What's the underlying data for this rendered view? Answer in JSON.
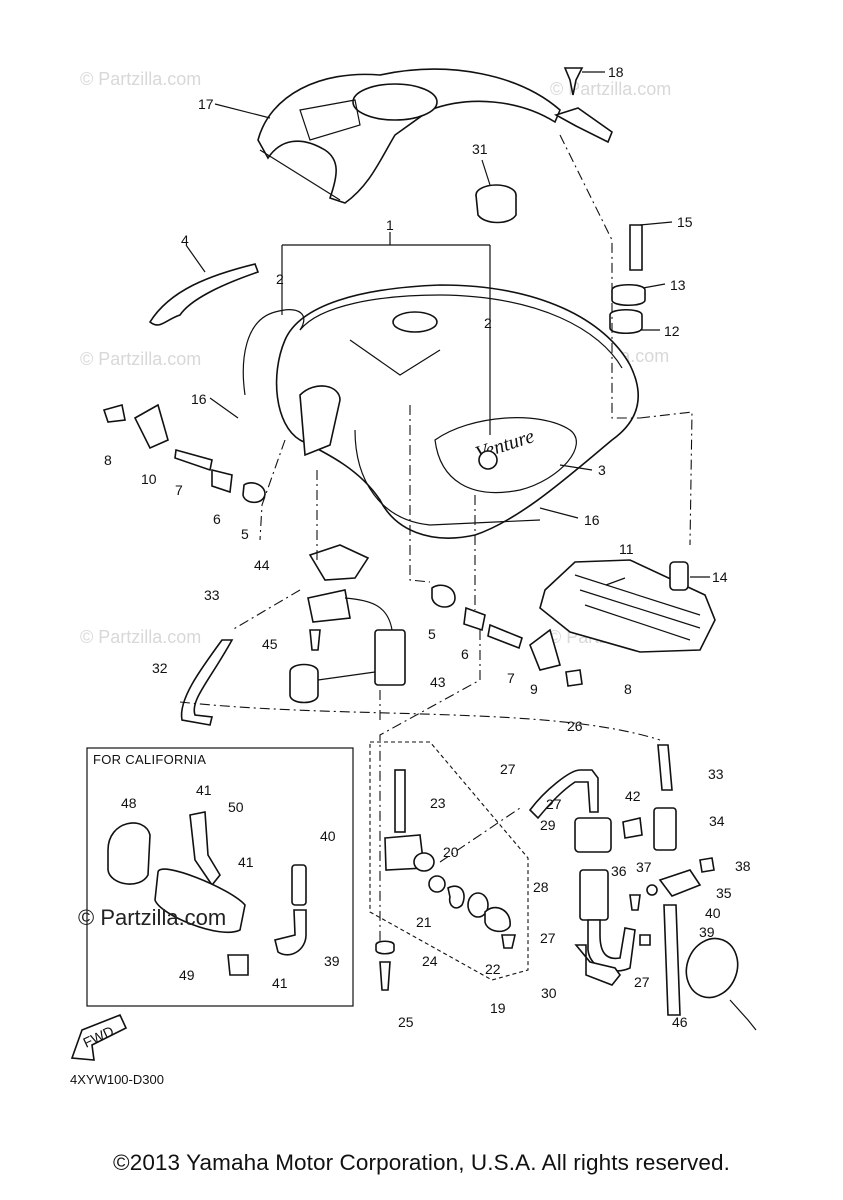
{
  "watermark": "© Partzilla.com",
  "callouts": [
    "1",
    "2",
    "2",
    "3",
    "4",
    "5",
    "5",
    "6",
    "6",
    "7",
    "7",
    "8",
    "8",
    "10",
    "9",
    "11",
    "12",
    "13",
    "14",
    "15",
    "16",
    "16",
    "17",
    "18",
    "19",
    "20",
    "21",
    "22",
    "23",
    "24",
    "25",
    "26",
    "27",
    "27",
    "27",
    "27",
    "28",
    "29",
    "30",
    "31",
    "32",
    "33",
    "33",
    "34",
    "35",
    "36",
    "37",
    "38",
    "39",
    "39",
    "40",
    "40",
    "41",
    "41",
    "41",
    "42",
    "43",
    "44",
    "45",
    "46",
    "48",
    "49",
    "50"
  ],
  "california_box": {
    "title": "FOR CALIFORNIA"
  },
  "fwd_label": "FWD",
  "diagram_code": "4XYW100-D300",
  "copyright": "©2013 Yamaha Motor Corporation, U.S.A. All rights reserved."
}
